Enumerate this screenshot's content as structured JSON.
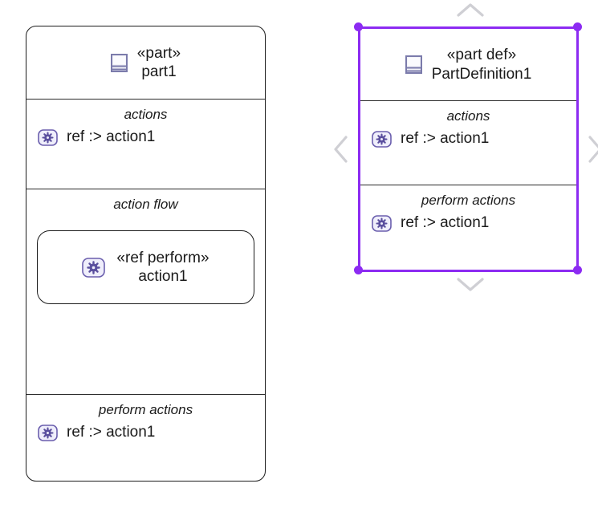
{
  "canvas": {
    "background": "#ffffff",
    "selection_color": "#8c2bf2",
    "outline_color": "#1c1c1c",
    "chevron_color": "#cfcfd4"
  },
  "nodes": [
    {
      "id": "part-usage",
      "selected": false,
      "icon": "part-icon",
      "keyword": "«part»",
      "name": "part1",
      "compartments": [
        {
          "label": "actions",
          "features": [
            {
              "icon": "action-icon",
              "text": "ref :> action1"
            }
          ]
        },
        {
          "label": "action flow",
          "nested": {
            "icon": "action-icon",
            "keyword": "«ref perform»",
            "name": "action1"
          }
        },
        {
          "label": "perform actions",
          "features": [
            {
              "icon": "action-icon",
              "text": "ref :> action1"
            }
          ]
        }
      ]
    },
    {
      "id": "part-definition",
      "selected": true,
      "icon": "part-icon",
      "keyword": "«part def»",
      "name": "PartDefinition1",
      "compartments": [
        {
          "label": "actions",
          "features": [
            {
              "icon": "action-icon",
              "text": "ref :> action1"
            }
          ]
        },
        {
          "label": "perform actions",
          "features": [
            {
              "icon": "action-icon",
              "text": "ref :> action1"
            }
          ]
        }
      ]
    }
  ],
  "selection_handles": [
    {
      "name": "handle-top-left"
    },
    {
      "name": "handle-top-right"
    },
    {
      "name": "handle-bottom-left"
    },
    {
      "name": "handle-bottom-right"
    }
  ],
  "chevrons": [
    {
      "name": "chevron-up-icon",
      "direction": "up"
    },
    {
      "name": "chevron-left-icon",
      "direction": "left"
    },
    {
      "name": "chevron-right-icon",
      "direction": "right"
    },
    {
      "name": "chevron-down-icon",
      "direction": "down"
    }
  ]
}
